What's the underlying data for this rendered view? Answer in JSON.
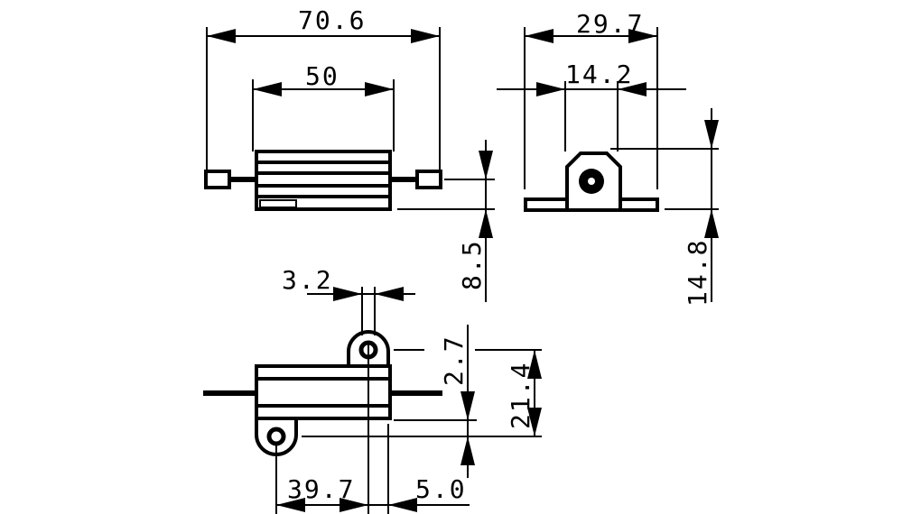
{
  "colors": {
    "line": "#000000",
    "background": "#ffffff"
  },
  "dimensions": {
    "top_length": "70.6",
    "top_body": "50",
    "side_width": "29.7",
    "side_hole": "14.2",
    "top_height": "8.5",
    "side_height": "14.8",
    "bottom_tab": "3.2",
    "bottom_hole_offset": "2.7",
    "bottom_height": "21.4",
    "bottom_pitch": "39.7",
    "bottom_edge": "5.0"
  }
}
